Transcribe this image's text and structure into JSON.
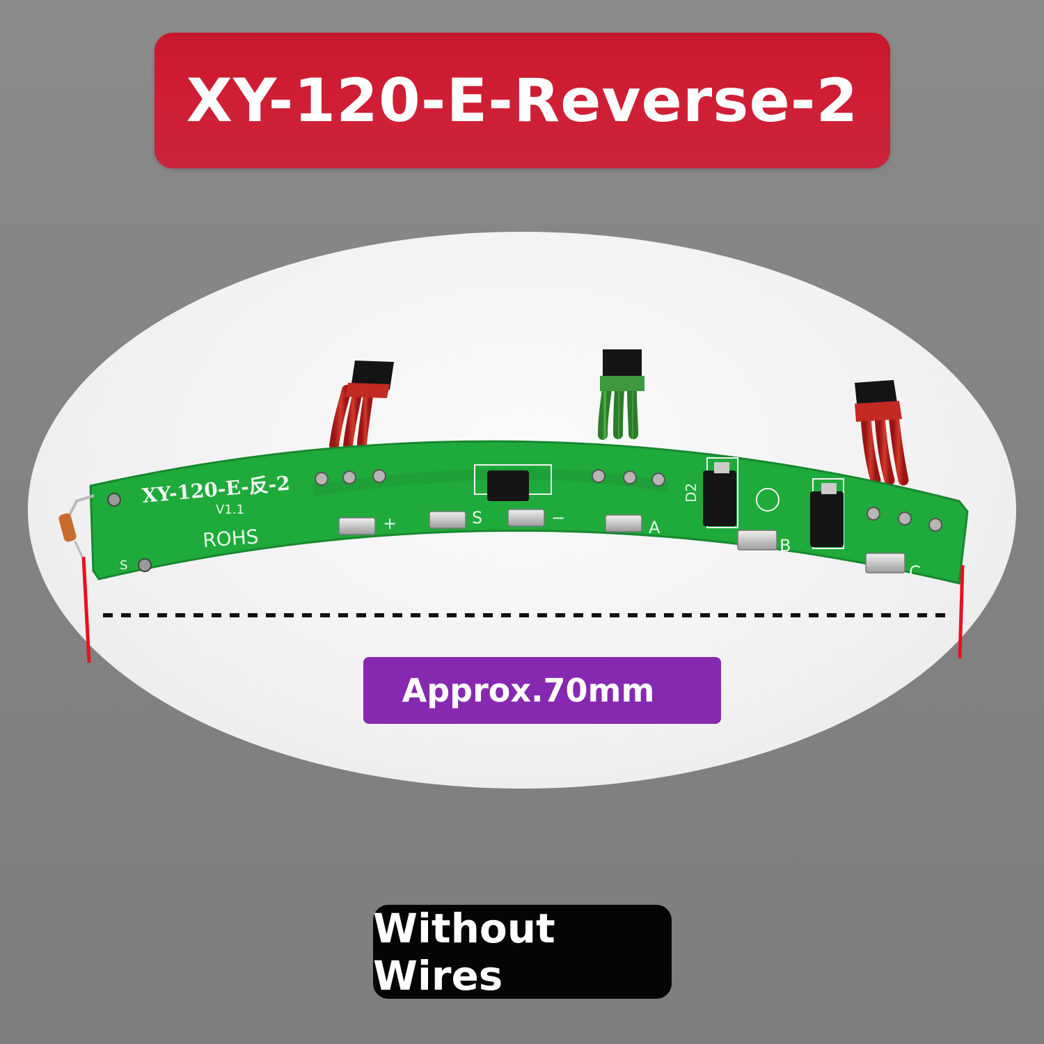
{
  "title": "XY-120-E-Reverse-2",
  "measurement": "Approx.70mm",
  "note": "Without Wires",
  "pcb_silkscreen": {
    "model": "XY-120-E-反-2",
    "version": "V1.1",
    "rohs": "ROHS",
    "pad_plus": "+",
    "pad_s": "S",
    "pad_minus": "−",
    "pad_a": "A",
    "pad_b": "B",
    "pad_c": "C",
    "d2": "D2",
    "s_mark": "S"
  },
  "colors": {
    "title_banner": "#d01e34",
    "measure_label": "#8629b0",
    "note_box": "#050505",
    "pcb": "#1faa3c",
    "marker_red": "#e8101e"
  }
}
